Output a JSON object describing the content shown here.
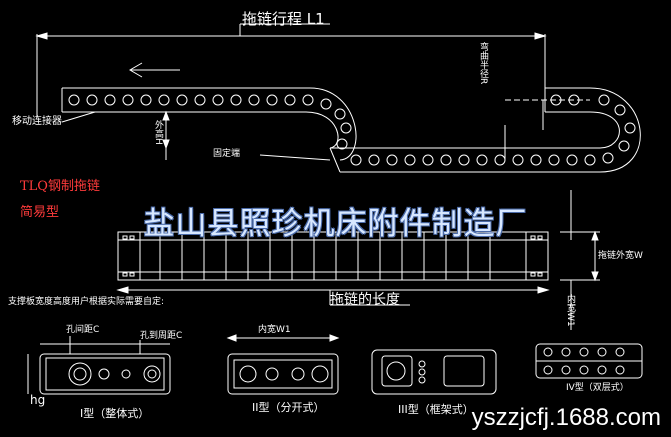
{
  "labels": {
    "travel": "拖链行程 L1",
    "moving_connector": "移动连接器",
    "fixed_end": "固定端",
    "bend_radius": "弯曲半径R",
    "outer_height": "外高H",
    "tlq_title": "TLQ钢制拖链",
    "simple": "简易型",
    "brand_banner": "盐山县照珍机床附件制造厂",
    "outer_width": "拖链外宽W",
    "inner_width_side": "内宽W1",
    "chain_length": "拖链的长度",
    "support_note": "支撑板宽度高度用户根据实际需要自定:",
    "hole_spacing": "孔间距C",
    "hole_to_edge": "孔到周距C",
    "inner_width": "内宽W1",
    "hg": "hg",
    "type1": "I型（整体式）",
    "type2": "II型（分开式）",
    "type3": "III型（框架式）",
    "type4": "IV型（双层式）",
    "watermark": "yszzjcfj.1688.com"
  },
  "colors": {
    "background": "#000000",
    "line": "#ffffff",
    "accent": "#ff3b3b",
    "banner": "#d8e8ff"
  }
}
